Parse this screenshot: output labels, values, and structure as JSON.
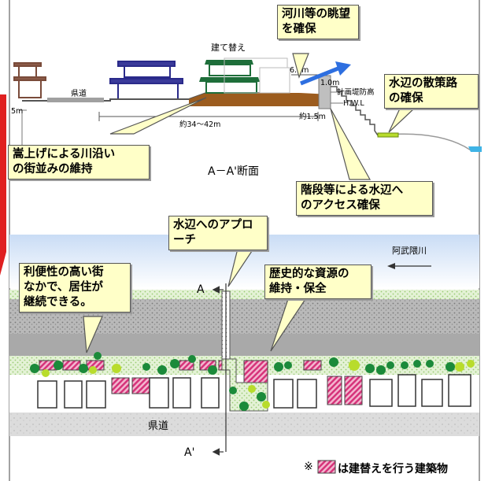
{
  "colors": {
    "callout_fill": "#ffffc8",
    "rebuild_hatch": "#d6337a",
    "tree_green": "#1b8a3a",
    "tree_lime": "#b8dc2c",
    "arrow_blue": "#2e6fe0",
    "left_arrow_red": "#e02020"
  },
  "icons": [
    "left-red-arrow-icon",
    "view-arrow-icon",
    "river-flow-arrow-icon",
    "section-arrow-icon",
    "hatched-building-legend-icon"
  ],
  "callouts": {
    "river_view": "河川等の眺望\nを確保",
    "waterside_walk": "水辺の散策路\nの確保",
    "raised_street": "嵩上げによる川沿い\nの街並みの維持",
    "stairs_access": "階段等による水辺へ\nのアクセス確保",
    "approach": "水辺へのアプロ\nーチ",
    "convenience": "利便性の高い街\nなかで、居住が\n継続できる。",
    "historic": "歴史的な資源の\n維持・保全"
  },
  "section": {
    "rebuild": "建て替え",
    "road": "県道",
    "height_5m": "5m",
    "width_6m": "6.0m",
    "dist_1m": "1.0m",
    "levee_height": "計画堤防高",
    "hwl": "H.W.L",
    "dist_1_5m": "約1.5m",
    "span": "約34～42m",
    "title": "A－A'断面"
  },
  "plan": {
    "river_name": "阿武隈川",
    "marker_a": "A",
    "marker_a_prime": "A'",
    "road": "県道"
  },
  "legend": {
    "prefix": "※",
    "text": "は建替えを行う建築物"
  }
}
